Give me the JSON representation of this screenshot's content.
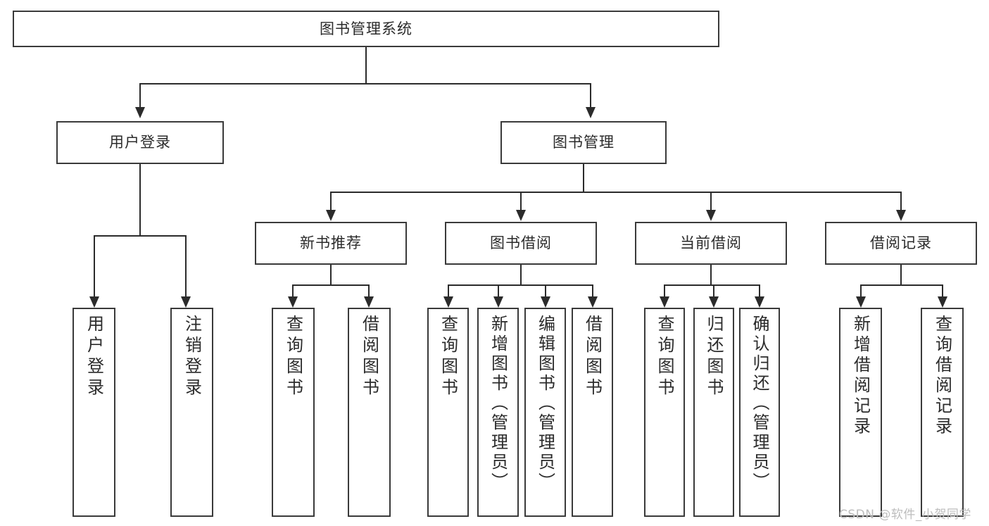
{
  "diagram": {
    "title": "图书管理系统",
    "watermark": "CSDN @软件_小贺同学",
    "colors": {
      "stroke": "#3a3a3a",
      "line": "#2b2b2b",
      "background": "#ffffff",
      "watermark": "#bdbdbd"
    },
    "nodes": {
      "root": {
        "label": "图书管理系统"
      },
      "level2": [
        {
          "label": "用户登录"
        },
        {
          "label": "图书管理"
        }
      ],
      "level3": [
        {
          "label": "新书推荐"
        },
        {
          "label": "图书借阅"
        },
        {
          "label": "当前借阅"
        },
        {
          "label": "借阅记录"
        }
      ],
      "leaves": {
        "user_login": [
          {
            "label": "用户登录"
          },
          {
            "label": "注销登录"
          }
        ],
        "new_book_rec": [
          {
            "label": "查询图书"
          },
          {
            "label": "借阅图书"
          }
        ],
        "book_borrow": [
          {
            "label": "查询图书"
          },
          {
            "label": "新增图书（管理员）"
          },
          {
            "label": "编辑图书（管理员）"
          },
          {
            "label": "借阅图书"
          }
        ],
        "current_borrow": [
          {
            "label": "查询图书"
          },
          {
            "label": "归还图书"
          },
          {
            "label": "确认归还（管理员）"
          }
        ],
        "borrow_record": [
          {
            "label": "新增借阅记录"
          },
          {
            "label": "查询借阅记录"
          }
        ]
      }
    }
  }
}
